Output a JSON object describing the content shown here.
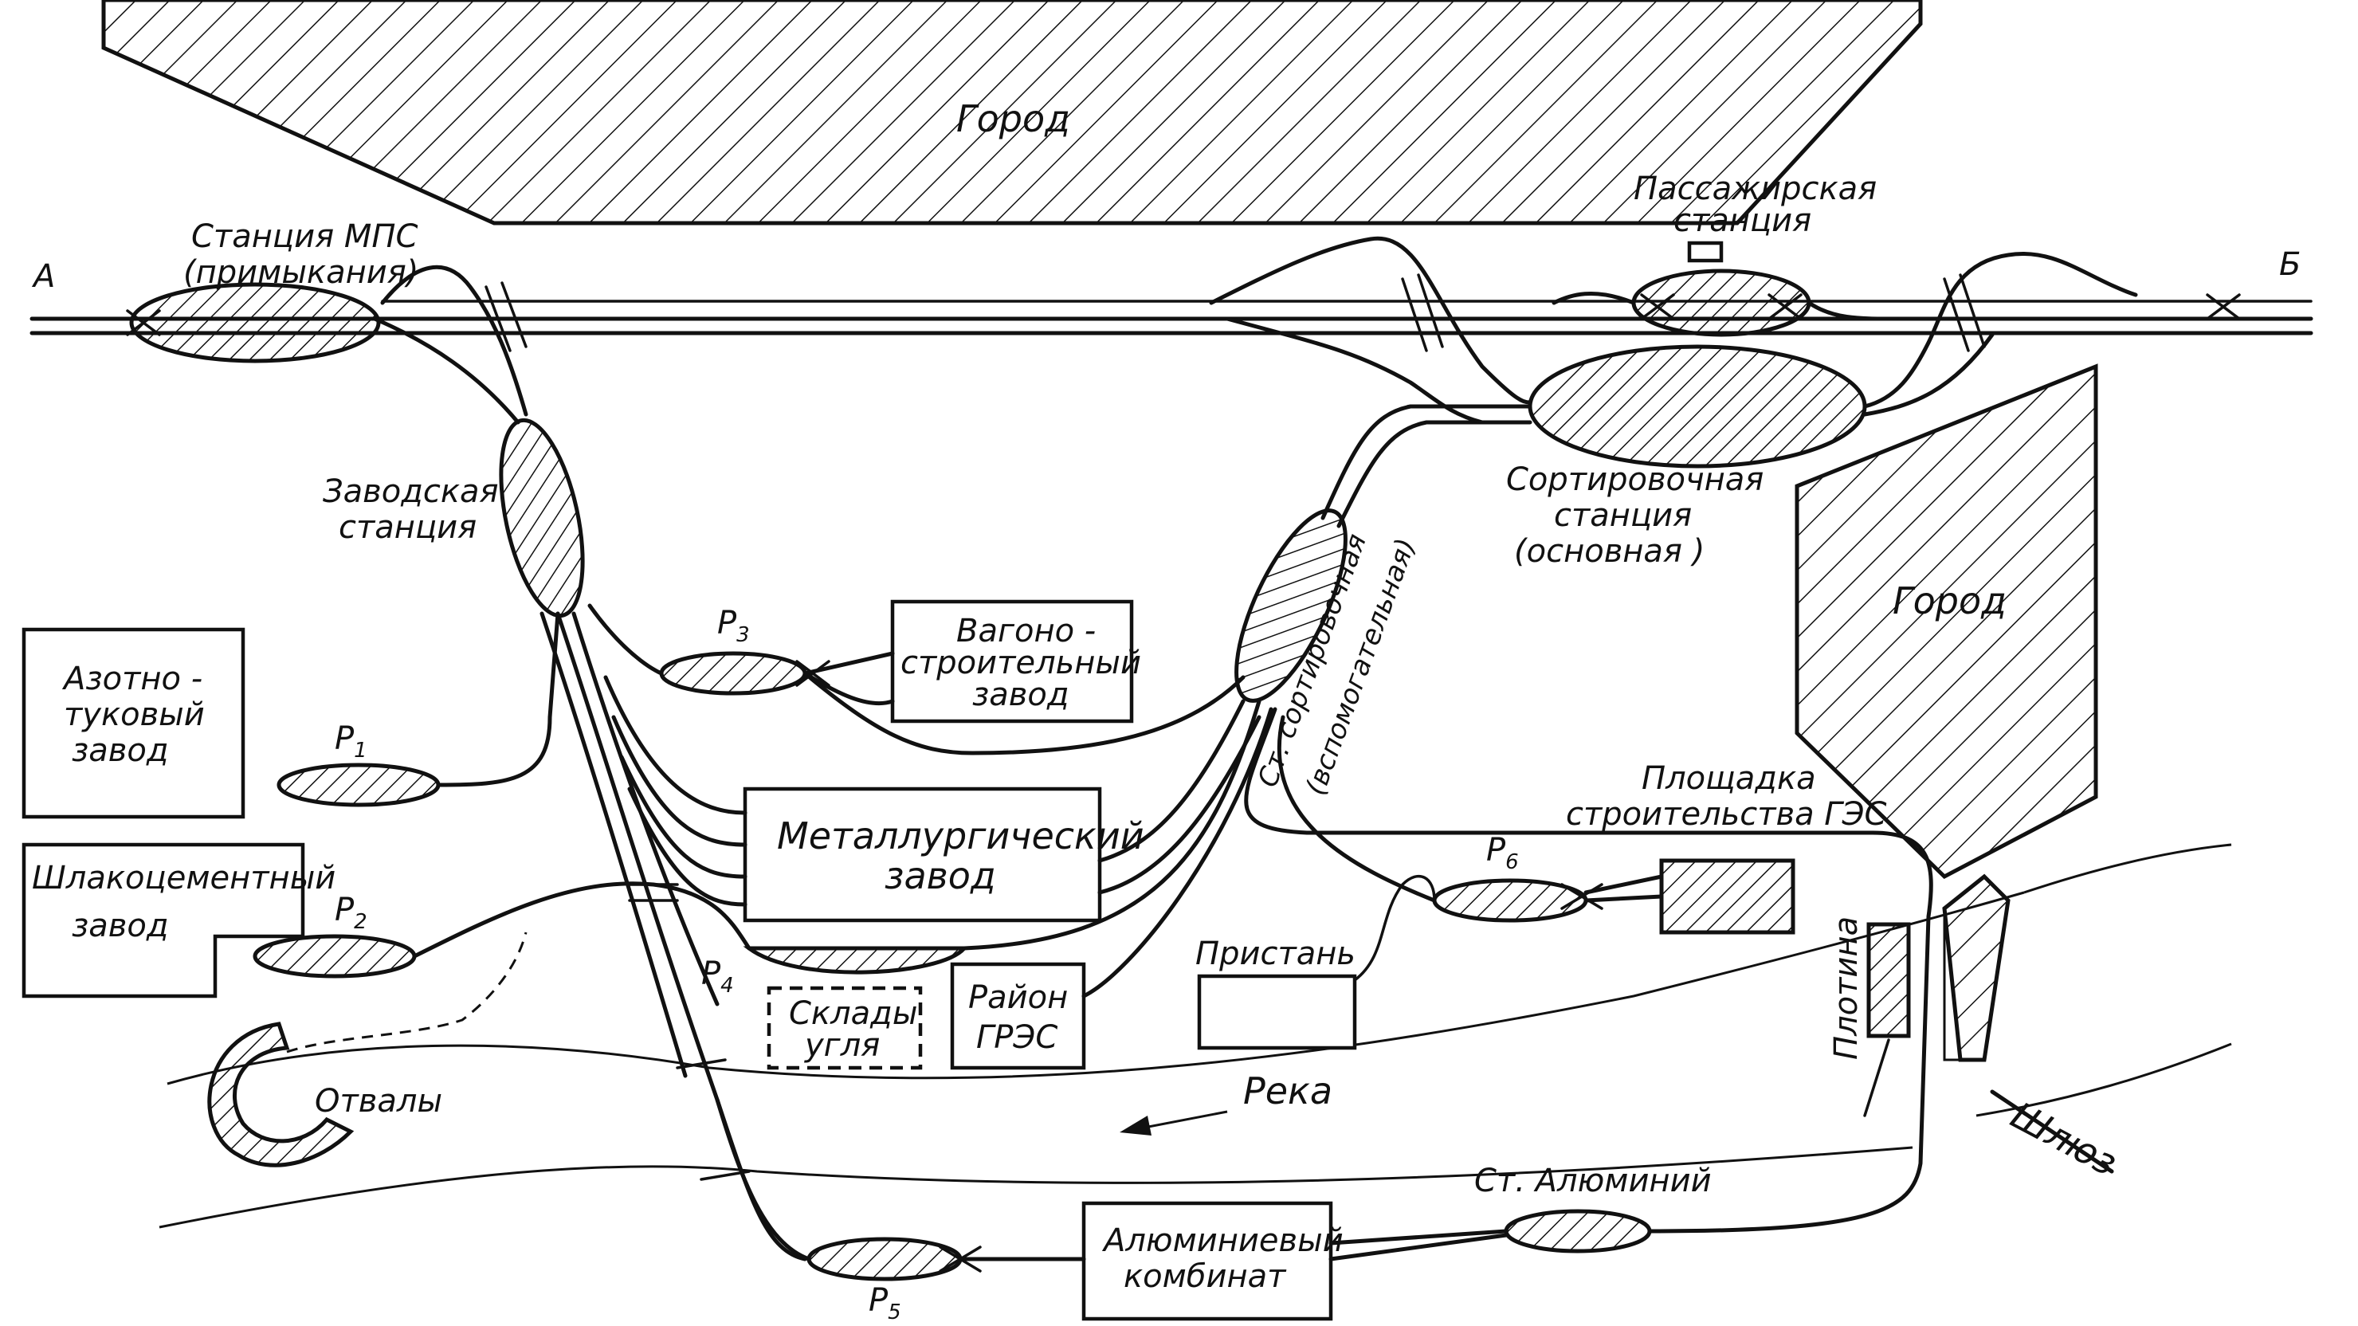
{
  "zones": {
    "city_top": "Город",
    "city_right": "Город"
  },
  "endpoints": {
    "a": "А",
    "b": "Б"
  },
  "stations": {
    "mps_line1": "Станция МПС",
    "mps_line2": "(примыкания)",
    "passenger_line1": "Пассажирская",
    "passenger_line2": "станция",
    "factory_line1": "Заводская",
    "factory_line2": "станция",
    "sorting_line1": "Сортировочная",
    "sorting_line2": "станция",
    "sorting_line3": "(основная )",
    "aux_sorting_line1": "Ст. сортировочная",
    "aux_sorting_line2": "(вспомогательная)",
    "aluminium": "Ст. Алюминий"
  },
  "sidings": {
    "p1": "P",
    "p1_sub": "1",
    "p2": "P",
    "p2_sub": "2",
    "p3": "P",
    "p3_sub": "3",
    "p4": "P",
    "p4_sub": "4",
    "p5": "P",
    "p5_sub": "5",
    "p6": "P",
    "p6_sub": "6"
  },
  "enterprises": {
    "nitrogen_line1": "Азотно -",
    "nitrogen_line2": "туковый",
    "nitrogen_line3": "завод",
    "slag_line1": "Шлакоцементный",
    "slag_line2": "завод",
    "wagon_line1": "Вагоно -",
    "wagon_line2": "строительный",
    "wagon_line3": "завод",
    "metallurgical_line1": "Металлургический",
    "metallurgical_line2": "завод",
    "coal_line1": "Склады",
    "coal_line2": "угля",
    "gres_line1": "Район",
    "gres_line2": "ГРЭС",
    "aluminium_line1": "Алюминиевый",
    "aluminium_line2": "комбинат"
  },
  "features": {
    "hes_site_line1": "Площадка",
    "hes_site_line2": "строительства ГЭС",
    "pier": "Пристань",
    "dam": "Плотина",
    "river": "Река",
    "lock": "Шлюз",
    "dumps": "Отвалы"
  }
}
